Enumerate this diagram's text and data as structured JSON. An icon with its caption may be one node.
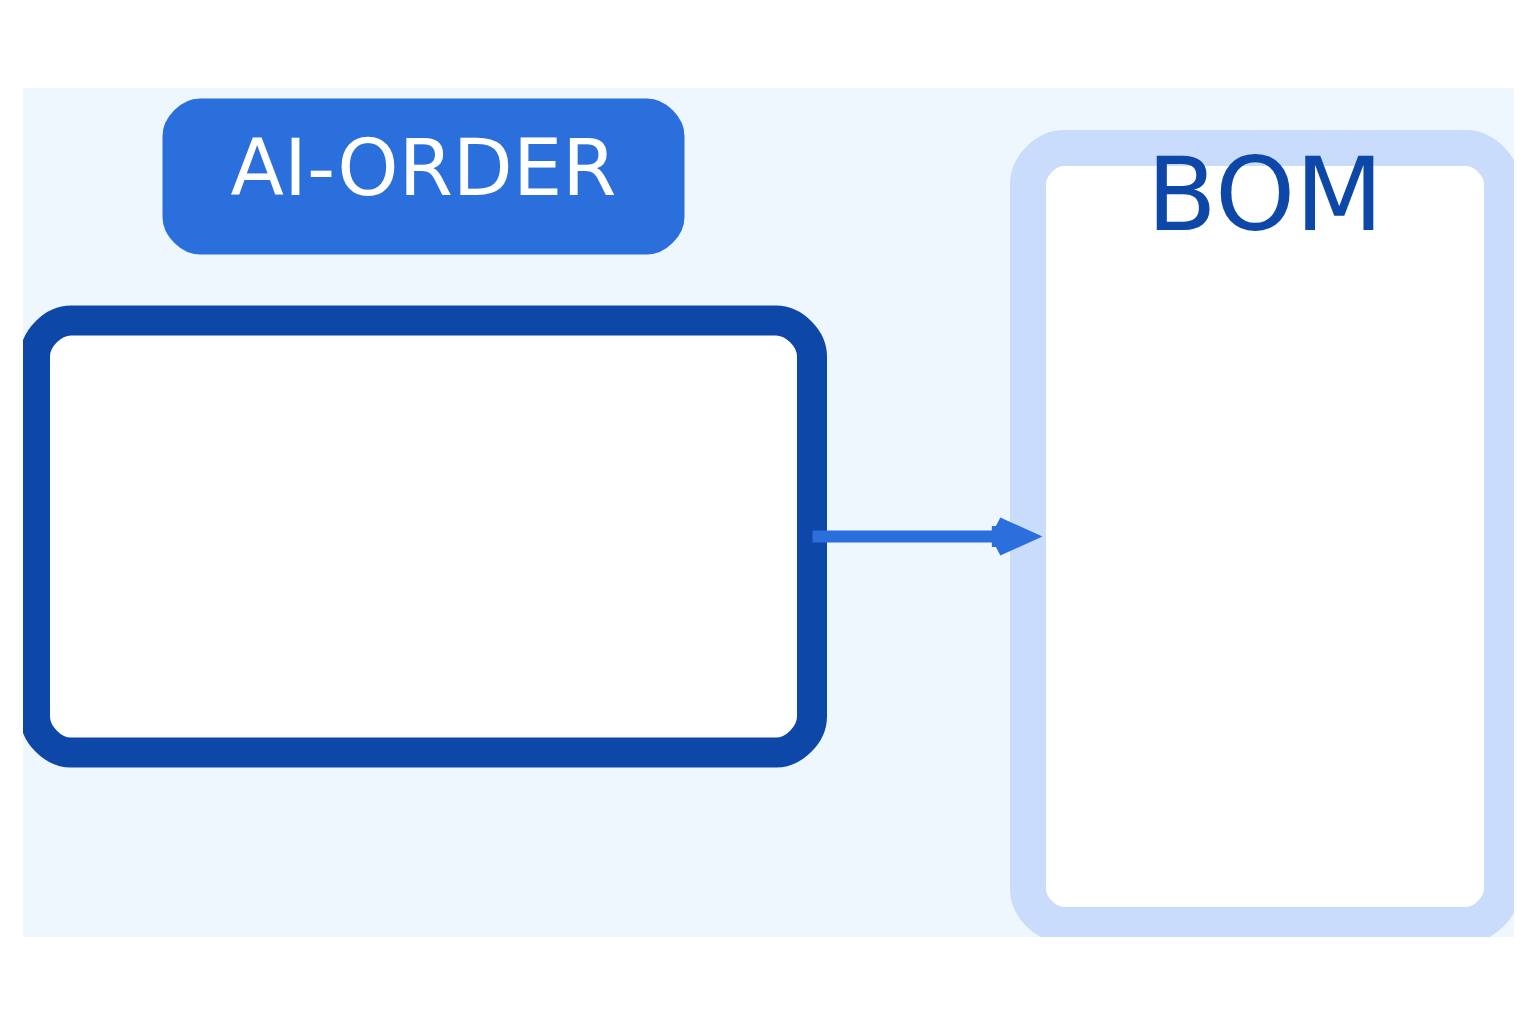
{
  "diagram": {
    "nodes": [
      {
        "text": [],
        "shape": "box"
      },
      {
        "text": [
          "AI-ORDER"
        ]
      },
      {
        "text": [
          "BOM"
        ]
      }
    ],
    "edges": [
      {
        "from": 0,
        "to": 2,
        "arrow": "to"
      }
    ]
  }
}
